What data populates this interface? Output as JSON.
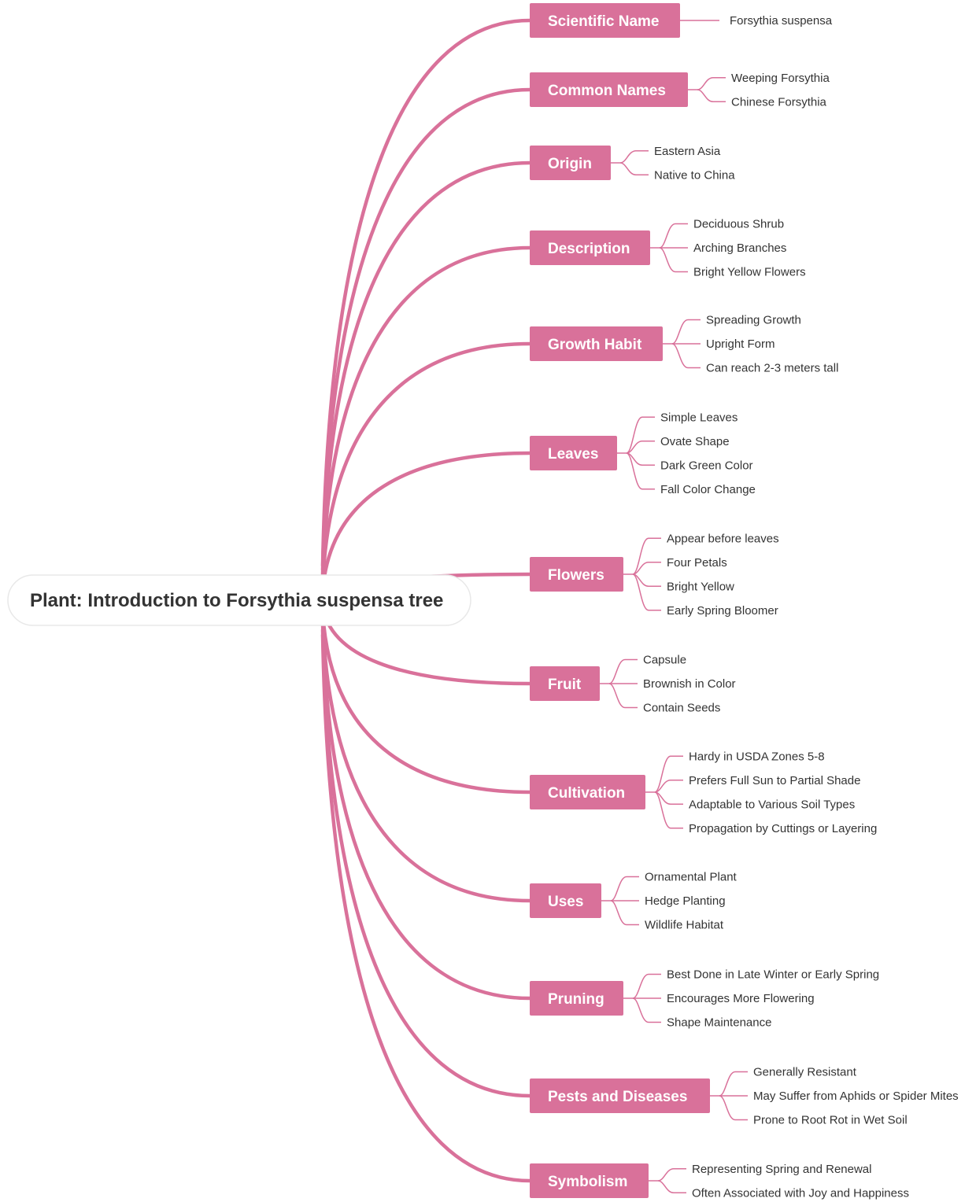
{
  "theme": {
    "accent": "#d9719a",
    "root_text": "#333333",
    "leaf_text": "#333333"
  },
  "root": {
    "label": "Plant: Introduction to Forsythia suspensa tree"
  },
  "branches": [
    {
      "label": "Scientific Name",
      "children": [
        "Forsythia suspensa"
      ]
    },
    {
      "label": "Common Names",
      "children": [
        "Weeping Forsythia",
        "Chinese Forsythia"
      ]
    },
    {
      "label": "Origin",
      "children": [
        "Eastern Asia",
        "Native to China"
      ]
    },
    {
      "label": "Description",
      "children": [
        "Deciduous Shrub",
        "Arching Branches",
        "Bright Yellow Flowers"
      ]
    },
    {
      "label": "Growth Habit",
      "children": [
        "Spreading Growth",
        "Upright Form",
        "Can reach 2-3 meters tall"
      ]
    },
    {
      "label": "Leaves",
      "children": [
        "Simple Leaves",
        "Ovate Shape",
        "Dark Green Color",
        "Fall Color Change"
      ]
    },
    {
      "label": "Flowers",
      "children": [
        "Appear before leaves",
        "Four Petals",
        "Bright Yellow",
        "Early Spring Bloomer"
      ]
    },
    {
      "label": "Fruit",
      "children": [
        "Capsule",
        "Brownish in Color",
        "Contain Seeds"
      ]
    },
    {
      "label": "Cultivation",
      "children": [
        "Hardy in USDA Zones 5-8",
        "Prefers Full Sun to Partial Shade",
        "Adaptable to Various Soil Types",
        "Propagation by Cuttings or Layering"
      ]
    },
    {
      "label": "Uses",
      "children": [
        "Ornamental Plant",
        "Hedge Planting",
        "Wildlife Habitat"
      ]
    },
    {
      "label": "Pruning",
      "children": [
        "Best Done in Late Winter or Early Spring",
        "Encourages More Flowering",
        "Shape Maintenance"
      ]
    },
    {
      "label": "Pests and Diseases",
      "children": [
        "Generally Resistant",
        "May Suffer from Aphids or Spider Mites",
        "Prone to Root Rot in Wet Soil"
      ]
    },
    {
      "label": "Symbolism",
      "children": [
        "Representing Spring and Renewal",
        "Often Associated with Joy and Happiness"
      ]
    }
  ]
}
